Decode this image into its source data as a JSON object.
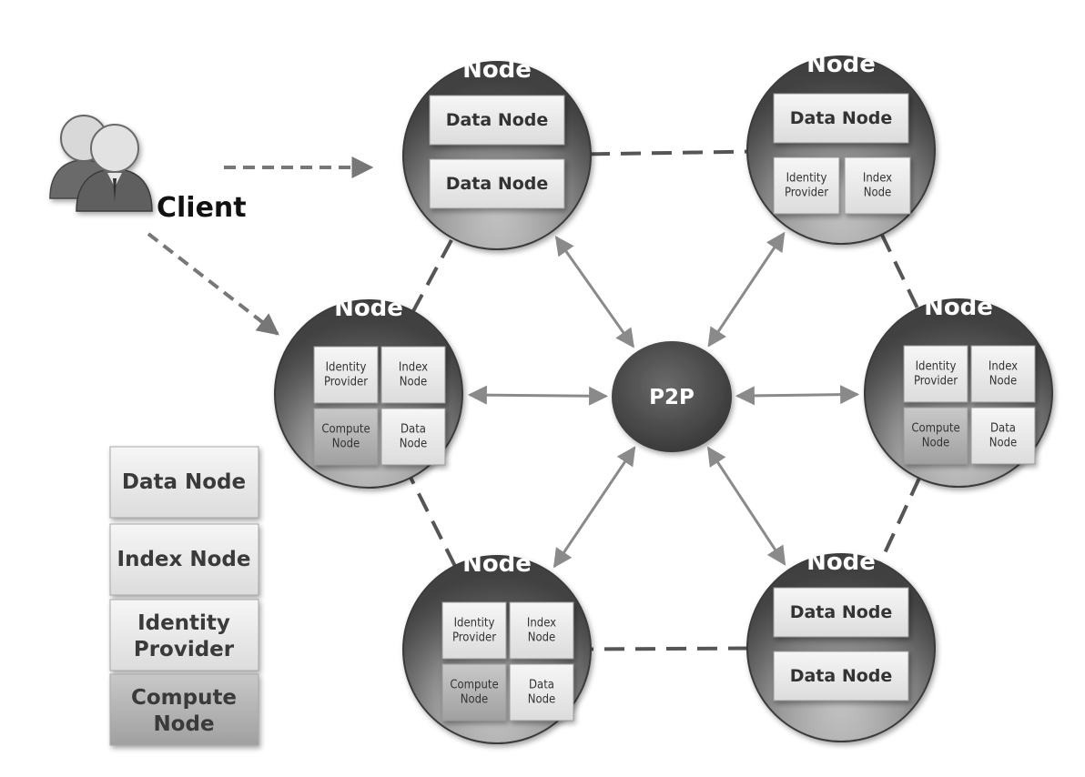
{
  "client": {
    "label": "Client"
  },
  "hub": {
    "label": "P2P"
  },
  "nodes": [
    {
      "id": "top-left",
      "title": "Node",
      "layout": "two-data",
      "boxes": [
        "Data Node",
        "Data Node"
      ]
    },
    {
      "id": "top-right",
      "title": "Node",
      "layout": "data-identity-index",
      "boxes": [
        "Data Node",
        "Identity Provider",
        "Index Node"
      ]
    },
    {
      "id": "mid-left",
      "title": "Node",
      "layout": "quad",
      "boxes": [
        "Identity Provider",
        "Index Node",
        "Compute Node",
        "Data Node"
      ]
    },
    {
      "id": "mid-right",
      "title": "Node",
      "layout": "quad",
      "boxes": [
        "Identity Provider",
        "Index Node",
        "Compute Node",
        "Data Node"
      ]
    },
    {
      "id": "bottom-left",
      "title": "Node",
      "layout": "quad",
      "boxes": [
        "Identity Provider",
        "Index Node",
        "Compute Node",
        "Data Node"
      ]
    },
    {
      "id": "bottom-right",
      "title": "Node",
      "layout": "two-data",
      "boxes": [
        "Data Node",
        "Data Node"
      ]
    }
  ],
  "legend": {
    "items": [
      {
        "label": "Data Node",
        "shade": "light"
      },
      {
        "label": "Index Node",
        "shade": "light"
      },
      {
        "label": "Identity Provider",
        "shade": "light"
      },
      {
        "label": "Compute Node",
        "shade": "dark"
      }
    ]
  },
  "colors": {
    "node_dark": "#505050",
    "node_light": "#d9d9d9",
    "box_light": "#ececec",
    "box_dark": "#b5b5b5",
    "connector": "#8a8a8a",
    "dashed_ring": "#555555"
  }
}
